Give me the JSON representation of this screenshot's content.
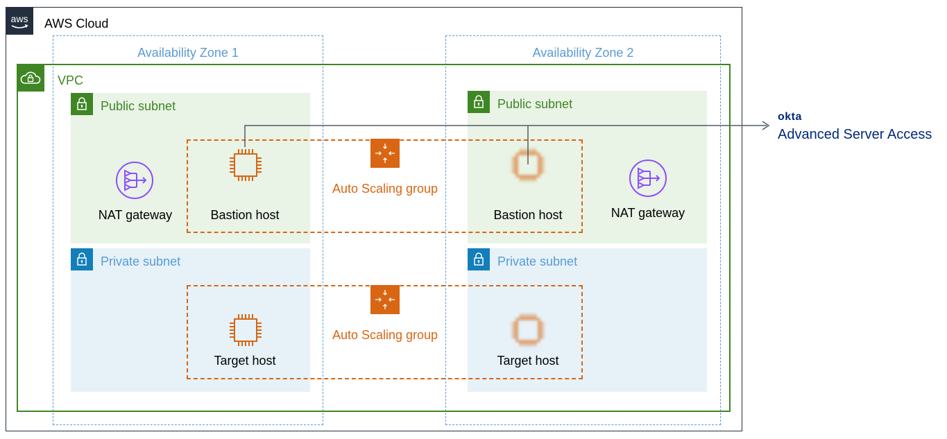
{
  "cloud": {
    "label": "AWS Cloud",
    "logo_text": "aws"
  },
  "availability_zones": [
    {
      "label": "Availability Zone 1"
    },
    {
      "label": "Availability Zone 2"
    }
  ],
  "vpc": {
    "label": "VPC"
  },
  "public_subnets": [
    {
      "label": "Public subnet"
    },
    {
      "label": "Public subnet"
    }
  ],
  "private_subnets": [
    {
      "label": "Private subnet"
    },
    {
      "label": "Private subnet"
    }
  ],
  "auto_scaling_groups": [
    {
      "label": "Auto Scaling group"
    },
    {
      "label": "Auto Scaling group"
    }
  ],
  "nat_gateways": [
    {
      "label": "NAT gateway"
    },
    {
      "label": "NAT gateway"
    }
  ],
  "bastion_hosts": [
    {
      "label": "Bastion host"
    },
    {
      "label": "Bastion host"
    }
  ],
  "target_hosts": [
    {
      "label": "Target host"
    },
    {
      "label": "Target host"
    }
  ],
  "okta": {
    "logo": "okta",
    "product": "Advanced Server Access"
  },
  "colors": {
    "aws_dark": "#232f3e",
    "vpc_green": "#3f8624",
    "az_blue": "#5a9bd5",
    "private_blue": "#147eba",
    "asg_orange": "#d86613",
    "nat_purple": "#8c4fff",
    "public_fill": "#e9f3e6",
    "private_fill": "#e6f2f8",
    "okta_blue": "#00297a"
  }
}
